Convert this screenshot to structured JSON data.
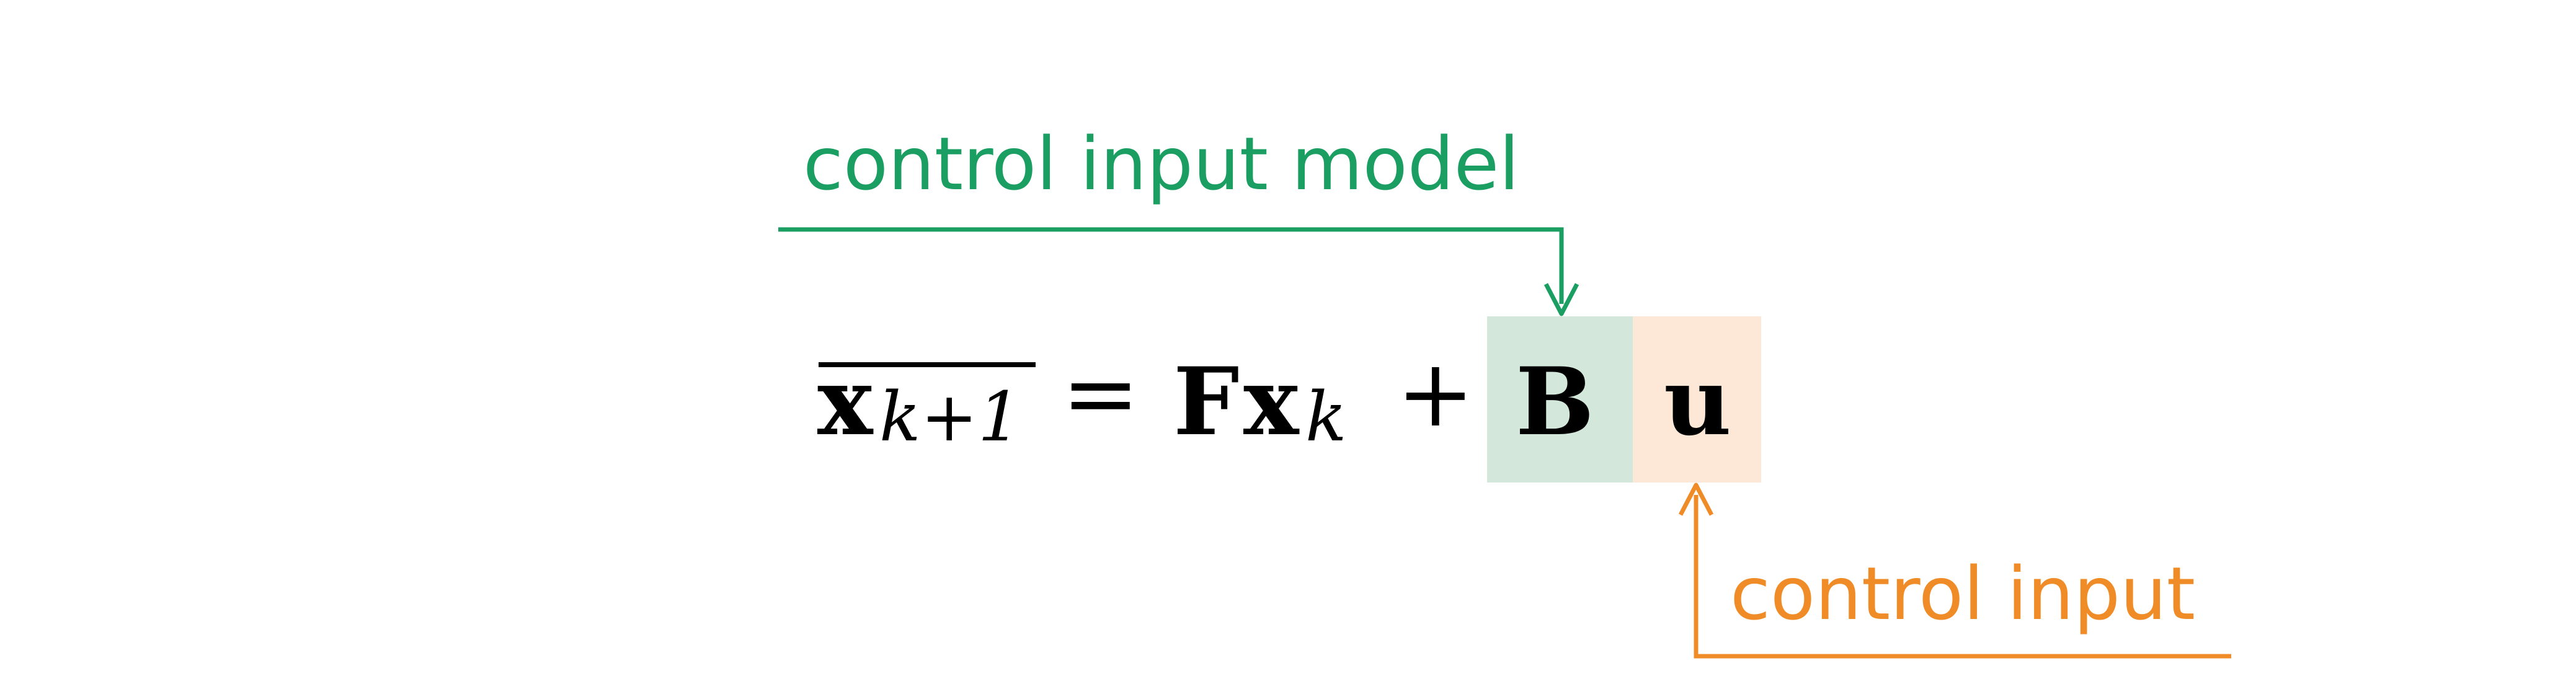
{
  "annotations": {
    "control_input_model": {
      "label": "control input model",
      "color": "#1a9e62"
    },
    "control_input": {
      "label": "control input",
      "color": "#f08c28"
    }
  },
  "equation": {
    "lhs_vector": "x",
    "lhs_subscript": "k+1",
    "equals": "=",
    "transition_matrix": "F",
    "state_vector": "x",
    "state_subscript": "k",
    "plus": "+",
    "control_matrix": "B",
    "control_vector": "u"
  },
  "highlights": {
    "control_matrix_fill": "#d3e7da",
    "control_vector_fill": "#fde7d6"
  }
}
